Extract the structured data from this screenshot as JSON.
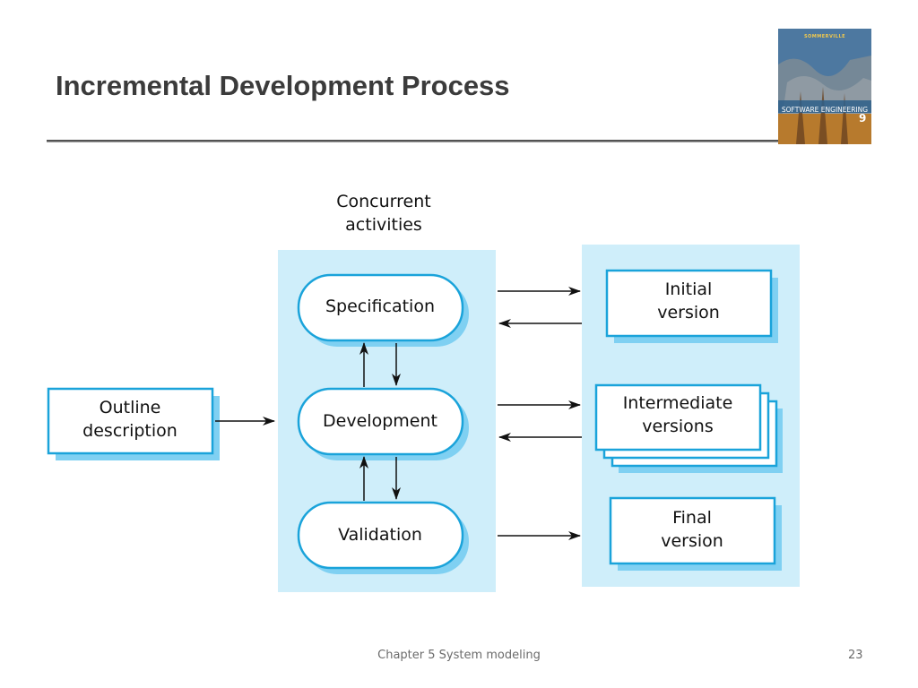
{
  "slide": {
    "title": "Incremental Development Process",
    "footer": "Chapter 5 System modeling",
    "page_number": "23"
  },
  "book_cover": {
    "author": "SOMMERVILLE",
    "title": "SOFTWARE ENGINEERING",
    "edition": "9"
  },
  "diagram": {
    "group_label": {
      "line1": "Concurrent",
      "line2": "activities"
    },
    "input": {
      "line1": "Outline",
      "line2": "description"
    },
    "activities": {
      "specification": "Specification",
      "development": "Development",
      "validation": "Validation"
    },
    "outputs": {
      "initial": {
        "line1": "Initial",
        "line2": "version"
      },
      "intermediate": {
        "line1": "Intermediate",
        "line2": "versions"
      },
      "final": {
        "line1": "Final",
        "line2": "version"
      }
    }
  },
  "colors": {
    "panel_fill": "#cfeefa",
    "box_stroke": "#1aa3da",
    "shadow": "#7fd0f2",
    "title_text": "#3b3b3b",
    "footer_text": "#6b6b6b"
  }
}
